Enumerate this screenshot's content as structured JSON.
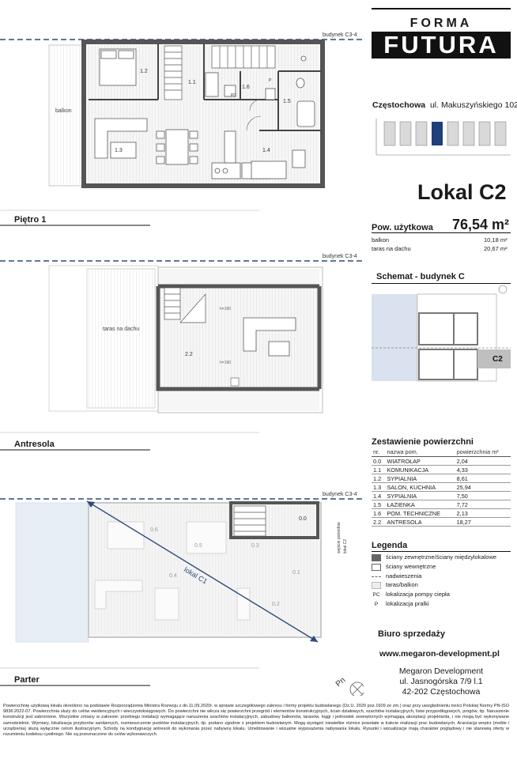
{
  "brand": {
    "line1": "FORMA",
    "line2": "FUTURA"
  },
  "address": {
    "city": "Częstochowa",
    "street": "ul. Makuszyńskiego 102"
  },
  "unit": {
    "title": "Lokal C2",
    "area_label": "Pow. użytkowa",
    "area_value": "76,54 m²",
    "extras": [
      {
        "label": "balkon",
        "value": "10,18 m²"
      },
      {
        "label": "taras na dachu",
        "value": "20,67 m²"
      }
    ]
  },
  "schema": {
    "title": "Schemat - budynek C",
    "marker": "C2"
  },
  "floors": {
    "floor1": {
      "label": "Piętro 1",
      "building_tag": "budynek C3-4",
      "balcony": "balkon",
      "rooms": [
        "1.1",
        "1.2",
        "1.3",
        "1.4",
        "1.5",
        "1.6"
      ],
      "pc": "PC",
      "p": "P"
    },
    "mezz": {
      "label": "Antresola",
      "building_tag": "budynek C3-4",
      "terrace": "taras na dachu",
      "rooms": [
        "2.2"
      ],
      "h1": "h=190",
      "h2": "h=190"
    },
    "ground": {
      "label": "Parter",
      "building_tag": "budynek C3-4",
      "room": "0.0",
      "diag": "lokal C1",
      "side_note_1": "wejście pośrednie",
      "side_note_2": "lokal C2",
      "rooms": [
        "0.6",
        "0.5",
        "0.3",
        "0.4",
        "0.1",
        "0.2"
      ]
    }
  },
  "areas": {
    "title": "Zestawienie powierzchni",
    "headers": [
      "nr.",
      "nazwa pom.",
      "powierzchnia m²"
    ],
    "rows": [
      [
        "0.0",
        "WIATROŁAP",
        "2,04"
      ],
      [
        "1.1",
        "KOMUNIKACJA",
        "4,33"
      ],
      [
        "1.2",
        "SYPIALNIA",
        "8,61"
      ],
      [
        "1.3",
        "SALON, KUCHNIA",
        "25,94"
      ],
      [
        "1.4",
        "SYPIALNIA",
        "7,50"
      ],
      [
        "1.5",
        "ŁAZIENKA",
        "7,72"
      ],
      [
        "1.6",
        "POM. TECHNICZNE",
        "2,13"
      ],
      [
        "2.2",
        "ANTRESOLA",
        "18,27"
      ]
    ]
  },
  "legend": {
    "title": "Legenda",
    "items": [
      {
        "label": "ściany zewnętrzne/ściany międzylokalowe"
      },
      {
        "label": "ściany wewnętrzne"
      },
      {
        "label": "nadwieszenia"
      },
      {
        "label": "taras/balkon"
      },
      {
        "label": "lokalizacja pompy ciepła",
        "code": "PC"
      },
      {
        "label": "lokalizacja pralki",
        "code": "P"
      }
    ]
  },
  "sales": {
    "title": "Biuro sprzedaży",
    "website": "www.megaron-development.pl",
    "company": "Megaron Development",
    "street": "ul. Jasnogórska 7/9 l.1",
    "city": "42-202 Częstochowa"
  },
  "compass": "Pn",
  "footer": "Powierzchnię użytkową lokalu określono na podstawie Rozporządzenia Ministra Rozwoju z dn.11.09.2020r. w sprawie szczegółowego zakresu i formy projektu budowlanego (Dz.U. 2020 poz.1609 ze zm.) oraz przy uwzględnieniu treści Polskiej Normy PN-ISO 9836:2022-07. Powierzchnia służy do celów ewidencyjnych i wieczystoksięgowych. Do powierzchni nie wlicza się powierzchni przegród i elementów konstrukcyjnych, ścian działowych, szachtów instalacyjnych, listw przypodłogowych, progów, itp. Naruszenie konstrukcji jest zabronione. Wszystkie zmiany w zakresie: przebiegu instalacji wymagające naruszenia szachtów instalacyjnych, zabudowy balkonów, tarasów, loggi i jednostek zewnętrznych wymagają akceptacji projektanta, i nie mogą być wykonywane samodzielnie. Wymiary, lokalizacja przyborów sanitarnych, rozmieszczenie punktów instalacyjnych, itp. podano zgodnie z projektem budowlanym. Mogą wystąpić niewielkie różnice powstałe w trakcie realizacji prac budowlanych. Aranżacja wnętrz (meble i urządzenia) służą wyłącznie celom ilustracyjnym. Schody na kondygnację antresoli do wykonania przez nabywcę lokalu. Umeblowanie i wizualne wyposażenia nabywania lokalu. Rysunki i wizualizacje mają charakter poglądowy i nie stanowią oferty w rozumieniu kodeksu cywilnego. Nie są przeznaczone do celów wykonawczych."
}
